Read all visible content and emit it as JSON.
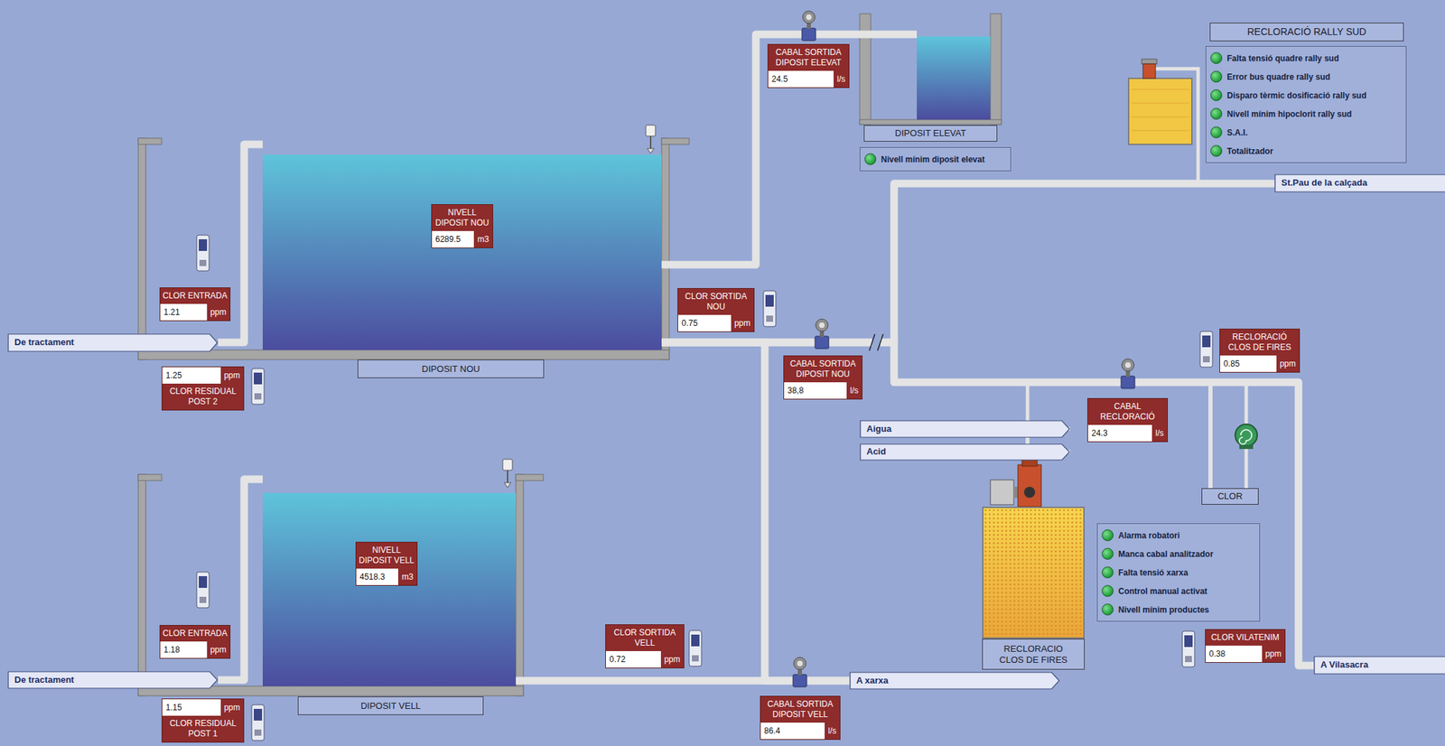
{
  "diagram": {
    "nodes": [
      {
        "text": [
          "CABAL SORTIDA DIPOSIT ELEVAT",
          "24.5",
          "l/s"
        ]
      },
      {
        "text": [
          "DIPOSIT ELEVAT"
        ]
      },
      {
        "text": [
          "Nivell mínim diposit elevat"
        ]
      },
      {
        "text": [
          "RECLORACIÓ RALLY SUD",
          "Falta tensió quadre rally sud",
          "Error bus quadre rally sud",
          "Disparo tèrmic dosificació rally sud",
          "Nivell mínim hipoclorit rally sud",
          "S.A.I.",
          "Totalitzador"
        ]
      },
      {
        "text": [
          "St.Pau de la calçada"
        ]
      },
      {
        "text": [
          "DIPOSIT NOU"
        ]
      },
      {
        "text": [
          "NIVELL DIPOSIT NOU",
          "6289.5",
          "m3"
        ],
        "in": 5
      },
      {
        "text": [
          "CLOR ENTRADA",
          "1.21",
          "ppm"
        ]
      },
      {
        "text": [
          "CLOR SORTIDA NOU",
          "0.75",
          "ppm"
        ]
      },
      {
        "text": [
          "RECLORACIÓ CLOS DE FIRES",
          "0.85",
          "ppm"
        ]
      },
      {
        "text": [
          "De tractament"
        ]
      },
      {
        "text": [
          "1.25",
          "ppm",
          "CLOR RESIDUAL POST 2"
        ]
      },
      {
        "text": [
          "CABAL SORTIDA DIPOSIT NOU",
          "38,8",
          "l/s"
        ]
      },
      {
        "text": [
          "Aigua"
        ]
      },
      {
        "text": [
          "CABAL RECLORACIÓ",
          "24.3",
          "l/s"
        ]
      },
      {
        "text": [
          "Acid"
        ]
      },
      {
        "text": [
          "CLOR"
        ]
      },
      {
        "text": [
          "RECLORACIO CLOS DE FIRES"
        ]
      },
      {
        "text": [
          "Alarma robatori",
          "Manca cabal analitzador",
          "Falta tensió xarxa",
          "Control manual activat",
          "Nivell mínim productes"
        ]
      },
      {
        "text": [
          "DIPOSIT VELL"
        ]
      },
      {
        "text": [
          "NIVELL DIPOSIT VELL",
          "4518.3",
          "m3"
        ],
        "in": 19
      },
      {
        "text": [
          "CLOR ENTRADA",
          "1.18",
          "ppm"
        ]
      },
      {
        "text": [
          "CLOR SORTIDA VELL",
          "0.72",
          "ppm"
        ]
      },
      {
        "text": [
          "CLOR VILATENIM",
          "0.38",
          "ppm"
        ]
      },
      {
        "text": [
          "A Vilasacra"
        ]
      },
      {
        "text": [
          "De tractament"
        ]
      },
      {
        "text": [
          "A xarxa"
        ]
      },
      {
        "text": [
          "1.15",
          "ppm",
          "CLOR RESIDUAL POST 1"
        ]
      },
      {
        "text": [
          "CABAL SORTIDA DIPOSIT VELL",
          "86.4",
          "l/s"
        ]
      }
    ],
    "edges": [
      {
        "from": 10,
        "to": 5,
        "arrow": "none"
      },
      {
        "from": 25,
        "to": 19,
        "arrow": "none"
      },
      {
        "from": 5,
        "to": 1,
        "arrow": "none"
      },
      {
        "from": 5,
        "to": 4,
        "arrow": "none"
      },
      {
        "from": 5,
        "to": 24,
        "arrow": "none"
      },
      {
        "from": 5,
        "to": 26,
        "arrow": "none"
      },
      {
        "from": 19,
        "to": 26,
        "arrow": "none"
      },
      {
        "from": 13,
        "to": 17,
        "arrow": "none"
      },
      {
        "from": 15,
        "to": 17,
        "arrow": "none"
      },
      {
        "from": 17,
        "to": 24,
        "arrow": "none"
      },
      {
        "from": 16,
        "to": 24,
        "arrow": "none"
      }
    ]
  }
}
